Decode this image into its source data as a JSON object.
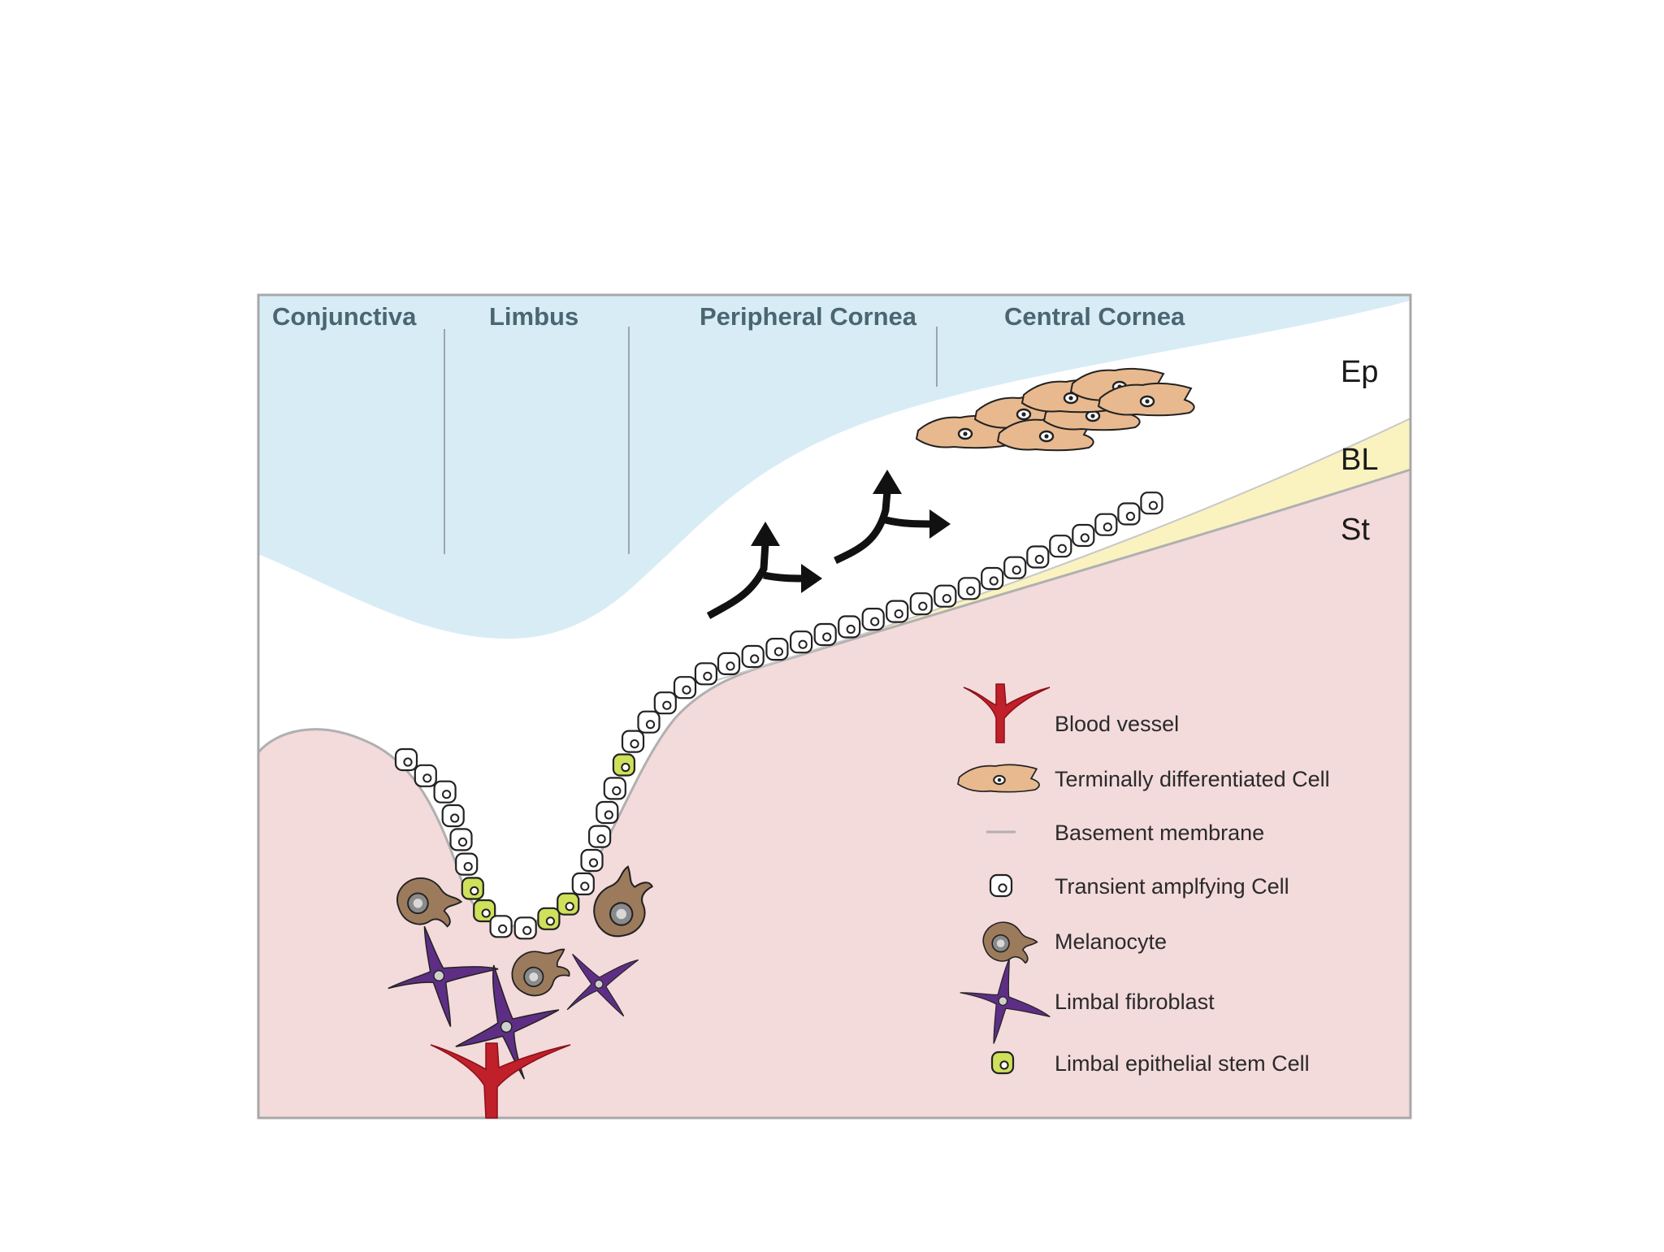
{
  "regions": {
    "conjunctiva": "Conjunctiva",
    "limbus": "Limbus",
    "peripheral_cornea": "Peripheral Cornea",
    "central_cornea": "Central Cornea"
  },
  "layers": {
    "ep": "Ep",
    "bl": "BL",
    "st": "St"
  },
  "legend": {
    "blood_vessel": "Blood vessel",
    "terminal_cell": "Terminally differentiated Cell",
    "basement_membrane": "Basement membrane",
    "transient_cell": "Transient amplfying Cell",
    "melanocyte": "Melanocyte",
    "fibroblast": "Limbal fibroblast",
    "stem_cell": "Limbal epithelial stem Cell"
  },
  "colors": {
    "tear": "#d8ecf6",
    "stroma": "#f3dadb",
    "bowman": "#faf3c0",
    "vessel": "#c0202a",
    "melanocyte": "#9c7b5c",
    "fibroblast": "#5e2e84",
    "stem": "#cfe05a",
    "tdcell": "#e8b98f",
    "membrane": "#b0b0b0"
  }
}
